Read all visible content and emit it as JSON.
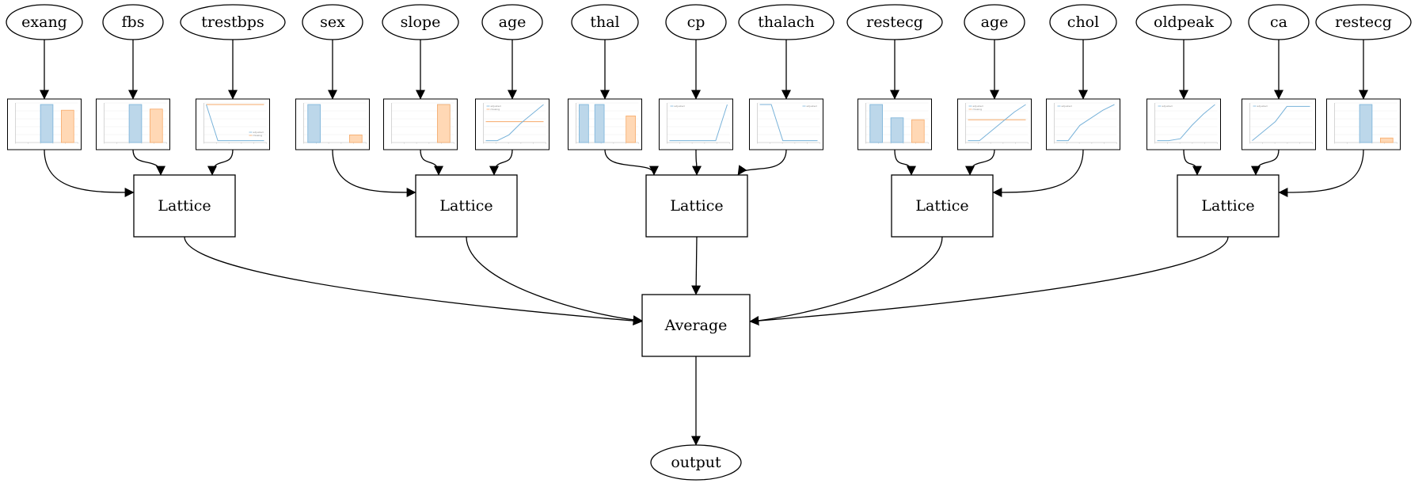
{
  "graph": {
    "inputs": [
      "exang",
      "fbs",
      "trestbps",
      "sex",
      "slope",
      "age",
      "thal",
      "cp",
      "thalach",
      "restecg",
      "age",
      "chol",
      "oldpeak",
      "ca",
      "restecg"
    ],
    "lattices": [
      "Lattice",
      "Lattice",
      "Lattice",
      "Lattice",
      "Lattice"
    ],
    "average": "Average",
    "output": "output"
  },
  "plots": [
    {
      "kind": "bars",
      "blue": [
        0,
        1.0,
        0
      ],
      "orange": [
        0,
        0,
        0.85
      ]
    },
    {
      "kind": "bars",
      "blue": [
        0,
        1.0,
        0
      ],
      "orange": [
        0,
        0,
        0.88
      ]
    },
    {
      "kind": "line2",
      "blue": [
        1.0,
        0.05,
        0.05,
        0.05,
        0.05,
        0.05
      ],
      "orange": [
        1.0,
        1.0,
        1.0,
        1.0,
        1.0,
        1.0
      ]
    },
    {
      "kind": "bars",
      "blue": [
        1.0,
        0,
        0
      ],
      "orange": [
        0,
        0,
        0.2
      ]
    },
    {
      "kind": "bars",
      "blue": [
        0,
        0,
        1.0
      ],
      "orange": [
        0,
        0,
        1.0
      ]
    },
    {
      "kind": "line2",
      "blue": [
        0.05,
        0.05,
        0.2,
        0.5,
        0.75,
        1.0
      ],
      "orange": [
        0.55,
        0.55,
        0.55,
        0.55,
        0.55,
        0.55
      ]
    },
    {
      "kind": "bars4",
      "blue": [
        1.0,
        1.0,
        0,
        0
      ],
      "orange": [
        0,
        0,
        0,
        0.7
      ]
    },
    {
      "kind": "line1",
      "blue": [
        0.05,
        0.05,
        0.05,
        0.05,
        0.05,
        1.0
      ]
    },
    {
      "kind": "line1",
      "blue": [
        1.0,
        1.0,
        0.05,
        0.05,
        0.05,
        0.05
      ]
    },
    {
      "kind": "bars",
      "blue": [
        1.0,
        0.65,
        0
      ],
      "orange": [
        0,
        0,
        0.6
      ]
    },
    {
      "kind": "line2",
      "blue": [
        0.05,
        0.05,
        0.3,
        0.55,
        0.8,
        1.0
      ],
      "orange": [
        0.6,
        0.6,
        0.6,
        0.6,
        0.6,
        0.6
      ]
    },
    {
      "kind": "line1",
      "blue": [
        0.05,
        0.05,
        0.45,
        0.65,
        0.85,
        1.0
      ]
    },
    {
      "kind": "line1",
      "blue": [
        0.05,
        0.05,
        0.1,
        0.45,
        0.75,
        1.0
      ]
    },
    {
      "kind": "line1",
      "blue": [
        0.05,
        0.3,
        0.55,
        0.95,
        0.95,
        0.95
      ]
    },
    {
      "kind": "bars",
      "blue": [
        0,
        1.0,
        0
      ],
      "orange": [
        0,
        0,
        0.12
      ]
    }
  ],
  "colors": {
    "stroke": "#000000",
    "blue_fill": "#bcd7ea",
    "blue_line": "#78b2d9",
    "orange_fill": "#ffd8b5",
    "orange_line": "#f6aa6a",
    "grid": "#eeeeee",
    "frame": "#555555"
  },
  "mini_legend": {
    "blue": "adjusted",
    "orange": "missing"
  }
}
